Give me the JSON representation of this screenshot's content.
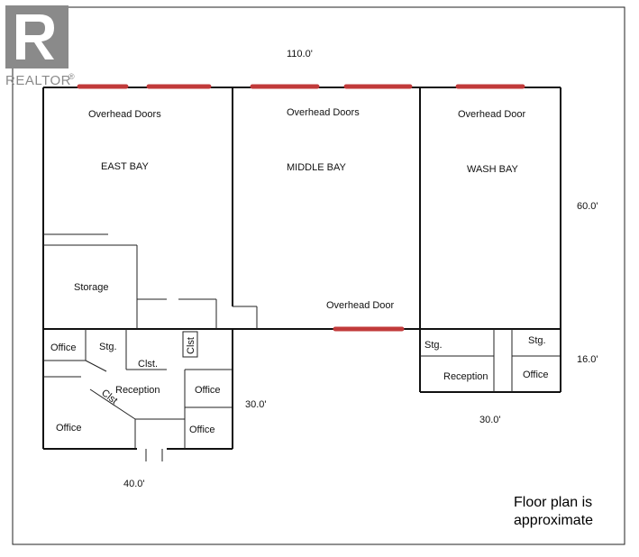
{
  "watermark": {
    "brand": "REALTOR",
    "reg_mark": "®"
  },
  "dimensions": {
    "top_width": "110.0'",
    "right_height": "60.0'",
    "right_lower_height": "16.0'",
    "left_annex_depth": "30.0'",
    "left_annex_width": "40.0'",
    "right_annex_width": "30.0'"
  },
  "bays": {
    "east": {
      "door_label": "Overhead Doors",
      "name": "EAST BAY"
    },
    "middle": {
      "door_label": "Overhead Doors",
      "name": "MIDDLE BAY"
    },
    "wash": {
      "door_label": "Overhead Door",
      "name": "WASH BAY"
    },
    "south_door_label": "Overhead Door"
  },
  "rooms": {
    "storage": "Storage",
    "left": {
      "office_1": "Office",
      "stg": "Stg.",
      "clst_1": "Clst.",
      "clst_2": "Clst",
      "clst_3": "Clst",
      "reception": "Reception",
      "office_2": "Office",
      "office_3": "Office",
      "office_4": "Office"
    },
    "right": {
      "stg_1": "Stg.",
      "stg_2": "Stg.",
      "reception": "Reception",
      "office": "Office"
    }
  },
  "footnote": {
    "line1": "Floor plan is",
    "line2": "approximate"
  },
  "colors": {
    "door_marker": "#c13a3a",
    "wall": "#111111",
    "watermark": "#8a8a8a"
  }
}
